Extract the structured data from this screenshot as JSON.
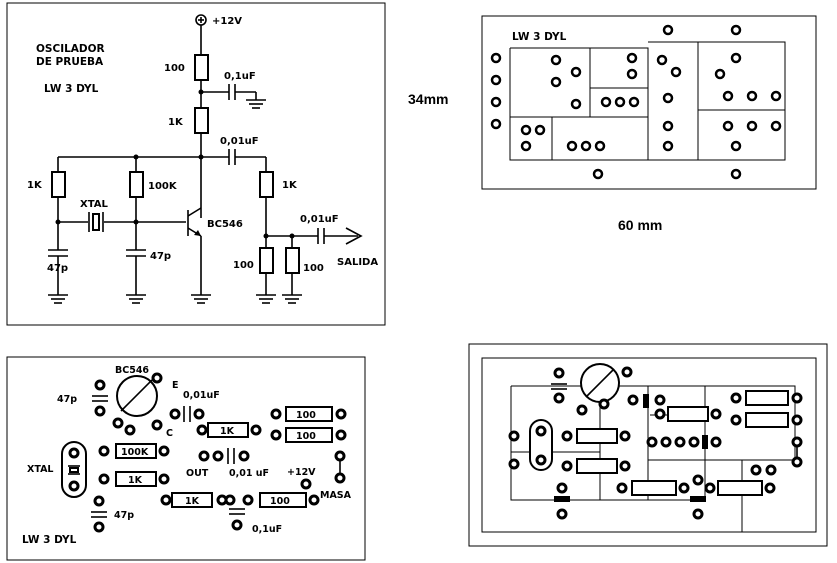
{
  "schematic": {
    "title_line1": "OSCILADOR",
    "title_line2": "DE PRUEBA",
    "model": "LW 3 DYL",
    "supply": "+12V",
    "r_top": "100",
    "c_decouple": "0,1uF",
    "r_collector": "1K",
    "c_coupling": "0,01uF",
    "r_bias_left": "1K",
    "r_base": "100K",
    "r_right": "1K",
    "crystal": "XTAL",
    "transistor": "BC546",
    "c_out": "0,01uF",
    "cap_left": "47p",
    "cap_mid": "47p",
    "r_out1": "100",
    "r_out2": "100",
    "output": "SALIDA"
  },
  "pcb_top": {
    "label": "LW 3 DYL",
    "height": "34mm",
    "width": "60 mm"
  },
  "component_layout": {
    "transistor": "BC546",
    "emitter": "E",
    "collector": "C",
    "c_47p_top": "47p",
    "c_47p_bottom": "47p",
    "c_001_top": "0,01uF",
    "c_001_mid": "0,01 uF",
    "c_01": "0,1uF",
    "crystal": "XTAL",
    "r_100k": "100K",
    "r_1k_a": "1K",
    "r_1k_b": "1K",
    "r_1k_c": "1K",
    "r_100_a": "100",
    "r_100_b": "100",
    "r_100_c": "100",
    "out": "OUT",
    "supply": "+12V",
    "ground": "MASA",
    "label": "LW 3 DYL"
  }
}
